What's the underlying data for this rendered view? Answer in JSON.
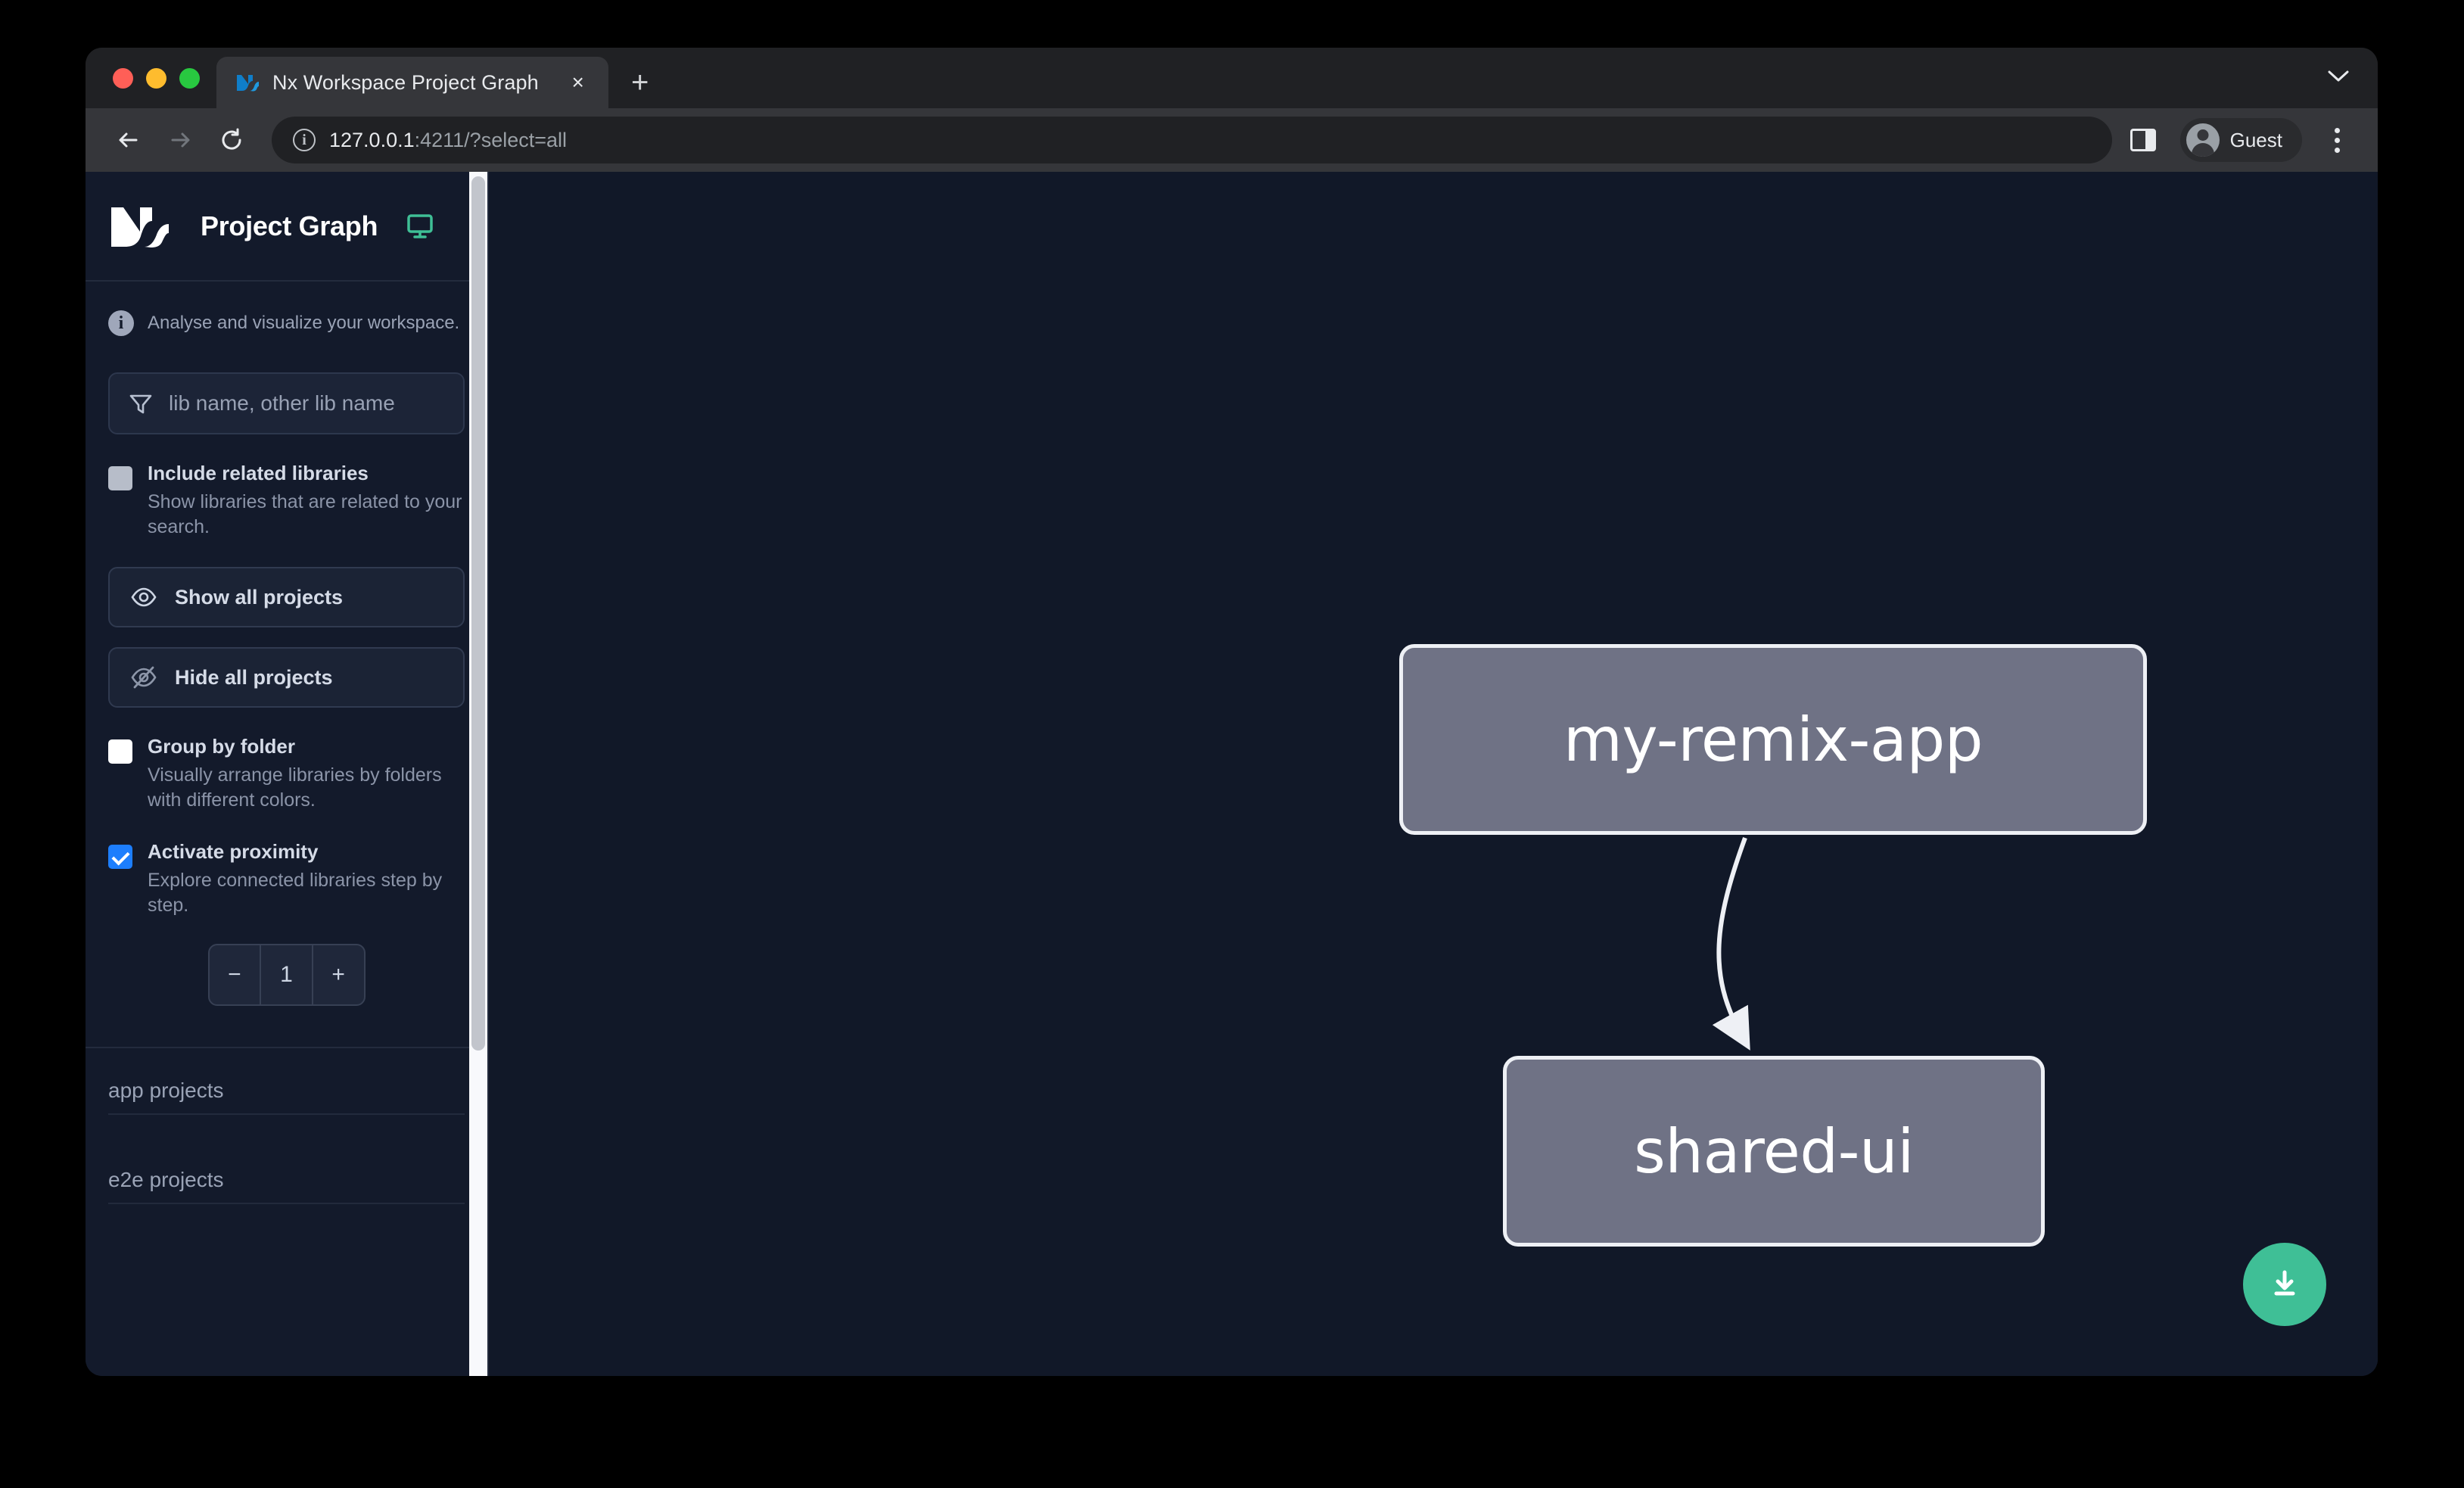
{
  "browser": {
    "tab": {
      "title": "Nx Workspace Project Graph",
      "favicon": "nx-favicon-icon",
      "close_label": "×"
    },
    "new_tab_label": "+",
    "tabstrip_chevron": "⌄",
    "nav": {
      "back": "←",
      "forward": "→",
      "reload": "↻"
    },
    "omnibox": {
      "info_glyph": "i",
      "url_host": "127.0.0.1",
      "url_rest": ":4211/?select=all"
    },
    "profile": {
      "name": "Guest"
    }
  },
  "sidebar": {
    "app_title": "Project Graph",
    "hint": "Analyse and visualize your workspace.",
    "search": {
      "placeholder": "lib name, other lib name",
      "value": ""
    },
    "options": [
      {
        "label": "Include related libraries",
        "desc": "Show libraries that are related to your search.",
        "state": "muted"
      },
      {
        "label": "Group by folder",
        "desc": "Visually arrange libraries by folders with different colors.",
        "state": "empty"
      },
      {
        "label": "Activate proximity",
        "desc": "Explore connected libraries step by step.",
        "state": "checked"
      }
    ],
    "buttons": [
      {
        "label": "Show all projects",
        "icon": "eye-icon"
      },
      {
        "label": "Hide all projects",
        "icon": "eye-slash-icon"
      }
    ],
    "stepper": {
      "decrement": "−",
      "value": "1",
      "increment": "+"
    },
    "project_sections": [
      {
        "label": "app projects"
      },
      {
        "label": "e2e projects"
      }
    ]
  },
  "graph": {
    "nodes": [
      {
        "id": "my-remix-app",
        "label": "my-remix-app"
      },
      {
        "id": "shared-ui",
        "label": "shared-ui"
      }
    ],
    "edges": [
      {
        "from": "my-remix-app",
        "to": "shared-ui"
      }
    ],
    "download_button": "download-icon"
  },
  "colors": {
    "page_bg": "#111828",
    "sidebar_bg": "#131a2b",
    "node_fill": "#6f7285",
    "node_border": "#eef0f5",
    "accent_green": "#3fbf96",
    "checkbox_checked": "#1d7efd",
    "monitor_green": "#3fbf96"
  }
}
